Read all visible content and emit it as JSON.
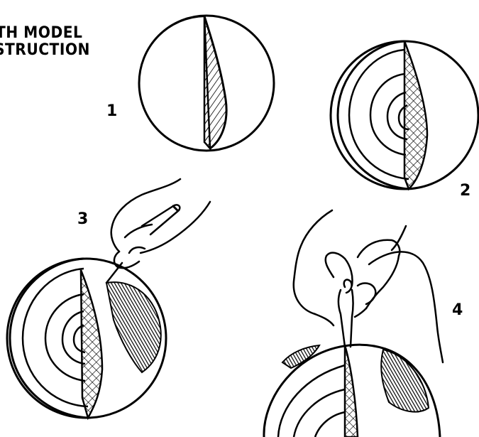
{
  "title": {
    "line1": "TH MODEL",
    "line2": "STRUCTION"
  },
  "steps": [
    {
      "number": "1"
    },
    {
      "number": "2"
    },
    {
      "number": "3"
    },
    {
      "number": "4"
    }
  ],
  "colors": {
    "ink": "#000000",
    "paper": "#ffffff"
  },
  "icons": [
    "globe-half-cutaway",
    "globe-layered-cutaway",
    "hand-holding-pencil",
    "hands-tying-string"
  ]
}
